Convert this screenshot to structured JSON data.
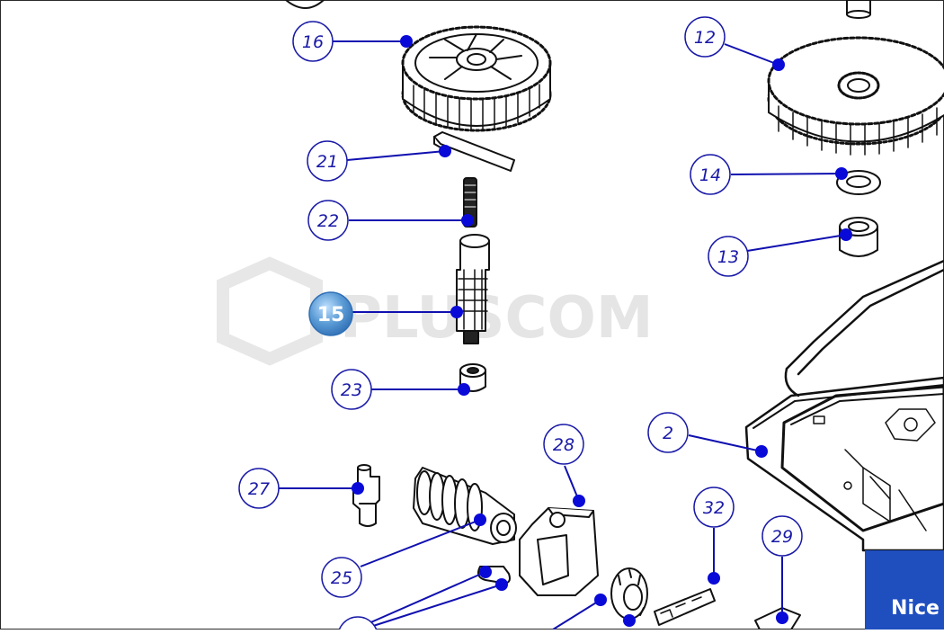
{
  "diagram": {
    "callouts": [
      {
        "id": "16",
        "label": "16"
      },
      {
        "id": "12",
        "label": "12"
      },
      {
        "id": "21",
        "label": "21"
      },
      {
        "id": "14",
        "label": "14"
      },
      {
        "id": "22",
        "label": "22"
      },
      {
        "id": "13",
        "label": "13"
      },
      {
        "id": "15",
        "label": "15",
        "highlighted": true
      },
      {
        "id": "23",
        "label": "23"
      },
      {
        "id": "2",
        "label": "2"
      },
      {
        "id": "28",
        "label": "28"
      },
      {
        "id": "27",
        "label": "27"
      },
      {
        "id": "32",
        "label": "32"
      },
      {
        "id": "29",
        "label": "29"
      },
      {
        "id": "25",
        "label": "25"
      }
    ],
    "watermark": "PLUSCOM",
    "brand": "Nice",
    "colors": {
      "callout_stroke": "#1a1aa8",
      "leader_line": "#1010b0",
      "anchor_dot": "#0a0ad8",
      "highlight_fill": "#5b9bd5",
      "brand_bg": "#1f4fbf",
      "watermark": "#d8d8d8"
    }
  }
}
